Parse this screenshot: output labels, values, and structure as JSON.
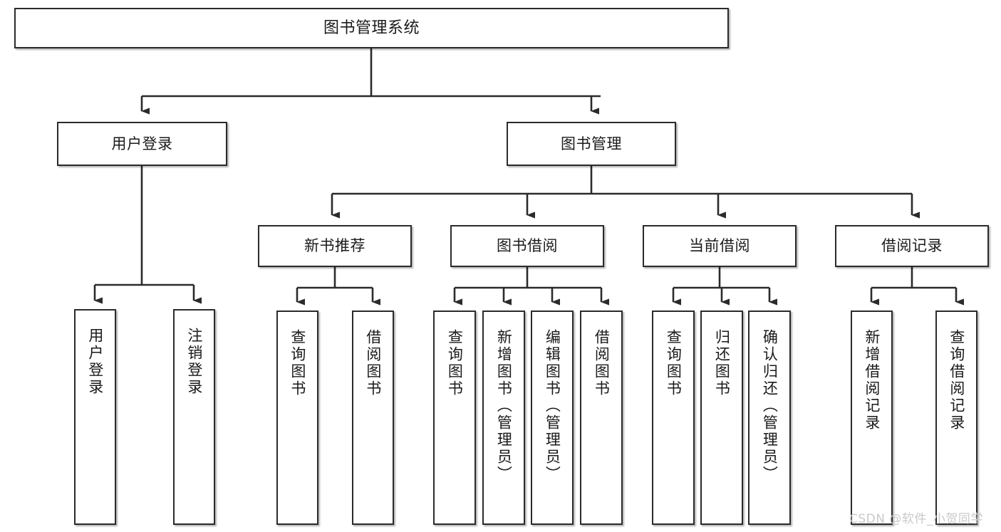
{
  "diagram": {
    "title": "图书管理系统",
    "type": "tree-hierarchy-chart",
    "levels": 4,
    "nodes": {
      "root": {
        "label": "图书管理系统",
        "orientation": "horizontal"
      },
      "level2": [
        {
          "id": "user-login",
          "label": "用户登录",
          "orientation": "horizontal"
        },
        {
          "id": "book-management",
          "label": "图书管理",
          "orientation": "horizontal"
        }
      ],
      "level3": [
        {
          "id": "new-book-recommend",
          "label": "新书推荐",
          "orientation": "horizontal",
          "parent": "book-management"
        },
        {
          "id": "book-borrow",
          "label": "图书借阅",
          "orientation": "horizontal",
          "parent": "book-management"
        },
        {
          "id": "current-borrow",
          "label": "当前借阅",
          "orientation": "horizontal",
          "parent": "book-management"
        },
        {
          "id": "borrow-record",
          "label": "借阅记录",
          "orientation": "horizontal",
          "parent": "book-management"
        }
      ],
      "leaves": [
        {
          "id": "leaf-user-login",
          "label": "用户登录",
          "parent": "user-login"
        },
        {
          "id": "leaf-user-logout",
          "label": "注销登录",
          "parent": "user-login"
        },
        {
          "id": "leaf-query-book-1",
          "label": "查询图书",
          "parent": "new-book-recommend"
        },
        {
          "id": "leaf-borrow-book-1",
          "label": "借阅图书",
          "parent": "new-book-recommend"
        },
        {
          "id": "leaf-query-book-2",
          "label": "查询图书",
          "parent": "book-borrow"
        },
        {
          "id": "leaf-add-book",
          "label": "新增图书（管理员）",
          "parent": "book-borrow"
        },
        {
          "id": "leaf-edit-book",
          "label": "编辑图书（管理员）",
          "parent": "book-borrow"
        },
        {
          "id": "leaf-borrow-book-2",
          "label": "借阅图书",
          "parent": "book-borrow"
        },
        {
          "id": "leaf-query-book-3",
          "label": "查询图书",
          "parent": "current-borrow"
        },
        {
          "id": "leaf-return-book",
          "label": "归还图书",
          "parent": "current-borrow"
        },
        {
          "id": "leaf-confirm-return",
          "label": "确认归还（管理员）",
          "parent": "current-borrow"
        },
        {
          "id": "leaf-add-record",
          "label": "新增借阅记录",
          "parent": "borrow-record"
        },
        {
          "id": "leaf-query-record",
          "label": "查询借阅记录",
          "parent": "borrow-record"
        }
      ]
    },
    "colors": {
      "box_border": "#2b2b2b",
      "box_fill": "#ffffff",
      "edge": "#2b2b2b",
      "text": "#1a1a1a",
      "watermark": "#c9c9c9",
      "background": "#ffffff"
    }
  },
  "watermark": {
    "text": "CSDN @软件_小贺同学"
  }
}
